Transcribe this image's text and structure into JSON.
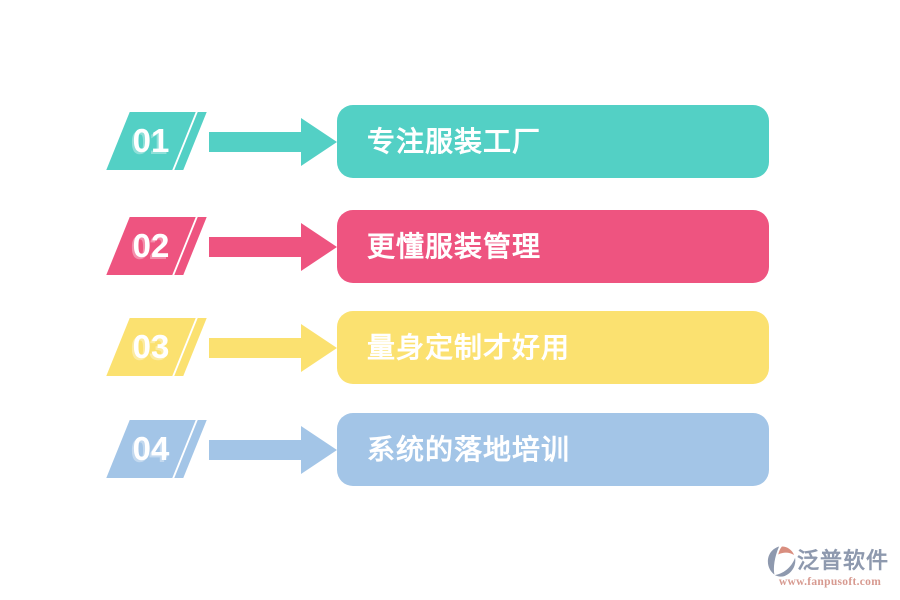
{
  "canvas": {
    "background": "#ffffff"
  },
  "steps": [
    {
      "number": "01",
      "label": "专注服装工厂",
      "color": "#53d0c5"
    },
    {
      "number": "02",
      "label": "更懂服装管理",
      "color": "#ee5480"
    },
    {
      "number": "03",
      "label": "量身定制才好用",
      "color": "#fbe170"
    },
    {
      "number": "04",
      "label": "系统的落地培训",
      "color": "#a3c5e7"
    }
  ],
  "footer": {
    "brand_name": "泛普软件",
    "website": "www.fanpusoft.com",
    "brand_color": "#8e99ae",
    "website_color": "#d79a90",
    "logo_accent_color": "#d98e7f",
    "logo_icon": "fanpu-swirl-logo"
  }
}
